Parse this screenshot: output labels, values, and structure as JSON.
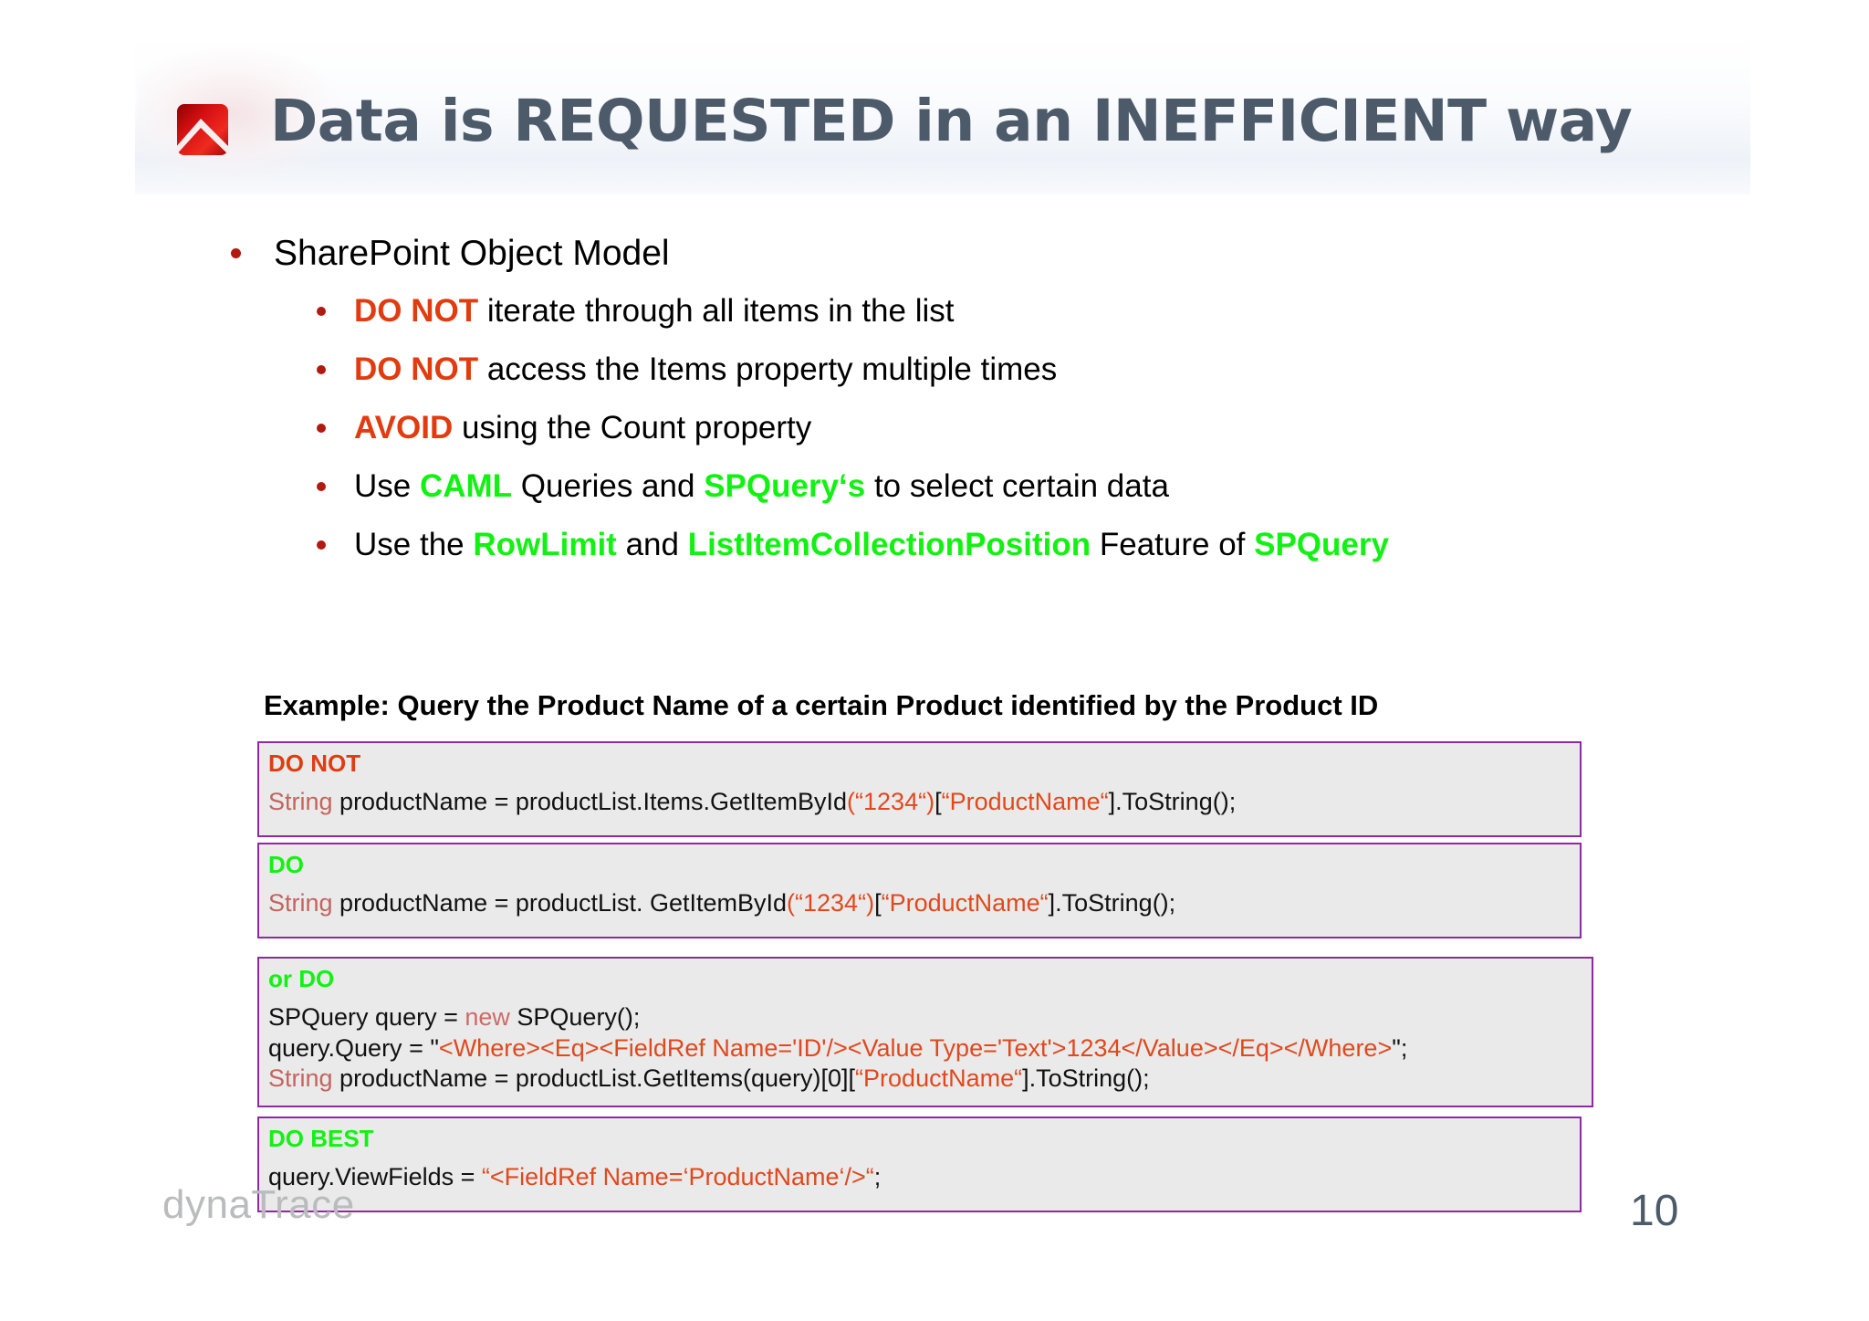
{
  "header": {
    "title_part1": "Data is ",
    "title_part2": "REQUESTED",
    "title_part3": " in an ",
    "title_part4": "INEFFICIENT",
    "title_part5": " way",
    "title_full": "Data is REQUESTED in an INEFFICIENT way",
    "logo_name": "dynatrace-logo-icon"
  },
  "colors": {
    "title": "#4c5a69",
    "warn_red": "#e13c10",
    "bright_green": "#12f212",
    "bullet_dot": "#b01a10",
    "box_border": "#8e2aa0",
    "box_fill": "#eaeaea",
    "code_type": "#c4645e",
    "code_literal": "#e2481c",
    "footer_gray": "#b9bbbd"
  },
  "bullets": {
    "level1": "SharePoint Object Model",
    "items": [
      {
        "segments": [
          {
            "text": "DO NOT",
            "style": "warn"
          },
          {
            "text": " iterate through all items in the list",
            "style": "plain"
          }
        ]
      },
      {
        "segments": [
          {
            "text": "DO NOT",
            "style": "warn"
          },
          {
            "text": " access the Items property multiple times",
            "style": "plain"
          }
        ]
      },
      {
        "segments": [
          {
            "text": "AVOID",
            "style": "warn"
          },
          {
            "text": " using the Count property",
            "style": "plain"
          }
        ]
      },
      {
        "segments": [
          {
            "text": "Use ",
            "style": "plain"
          },
          {
            "text": "CAML",
            "style": "green"
          },
          {
            "text": " Queries and ",
            "style": "plain"
          },
          {
            "text": "SPQuery‘s",
            "style": "green"
          },
          {
            "text": " to select certain data",
            "style": "plain"
          }
        ]
      },
      {
        "segments": [
          {
            "text": "Use the ",
            "style": "plain"
          },
          {
            "text": "RowLimit",
            "style": "green"
          },
          {
            "text": " and ",
            "style": "plain"
          },
          {
            "text": "ListItemCollectionPosition",
            "style": "green"
          },
          {
            "text": " Feature of ",
            "style": "plain"
          },
          {
            "text": "SPQuery",
            "style": "green"
          }
        ]
      }
    ]
  },
  "example": {
    "heading": "Example: Query the Product Name of a certain Product identified by the Product ID"
  },
  "code_blocks": [
    {
      "label": "DO NOT",
      "label_color": "red",
      "lines": [
        [
          {
            "text": "String",
            "style": "type"
          },
          {
            "text": " productName = productList.Items.GetItemById",
            "style": "plain"
          },
          {
            "text": "(“1234“)",
            "style": "lit"
          },
          {
            "text": "[",
            "style": "plain"
          },
          {
            "text": "“ProductName“",
            "style": "lit"
          },
          {
            "text": "].ToString();",
            "style": "plain"
          }
        ]
      ]
    },
    {
      "label": "DO",
      "label_color": "green",
      "lines": [
        [
          {
            "text": "String",
            "style": "type"
          },
          {
            "text": " productName = productList. GetItemById",
            "style": "plain"
          },
          {
            "text": "(“1234“)",
            "style": "lit"
          },
          {
            "text": "[",
            "style": "plain"
          },
          {
            "text": "“ProductName“",
            "style": "lit"
          },
          {
            "text": "].ToString();",
            "style": "plain"
          }
        ]
      ]
    },
    {
      "label": "or DO",
      "label_color": "green",
      "lines": [
        [
          {
            "text": "SPQuery query = ",
            "style": "plain"
          },
          {
            "text": "new",
            "style": "new"
          },
          {
            "text": " SPQuery();",
            "style": "plain"
          }
        ],
        [
          {
            "text": "query.Query = \"",
            "style": "plain"
          },
          {
            "text": "<Where><Eq><FieldRef Name='ID'/><Value Type='Text'>1234</Value></Eq></Where>",
            "style": "lit"
          },
          {
            "text": "\";",
            "style": "plain"
          }
        ],
        [
          {
            "text": "String",
            "style": "type"
          },
          {
            "text": " productName = productList.GetItems(query)[0][",
            "style": "plain"
          },
          {
            "text": "“ProductName“",
            "style": "lit"
          },
          {
            "text": "].ToString();",
            "style": "plain"
          }
        ]
      ]
    },
    {
      "label": "DO BEST",
      "label_color": "green",
      "lines": [
        [
          {
            "text": "query.ViewFields = ",
            "style": "plain"
          },
          {
            "text": "“<FieldRef Name=‘ProductName‘/>“",
            "style": "lit"
          },
          {
            "text": ";",
            "style": "plain"
          }
        ]
      ]
    }
  ],
  "footer": {
    "brand": "dynaTrace",
    "page_number": "10"
  }
}
